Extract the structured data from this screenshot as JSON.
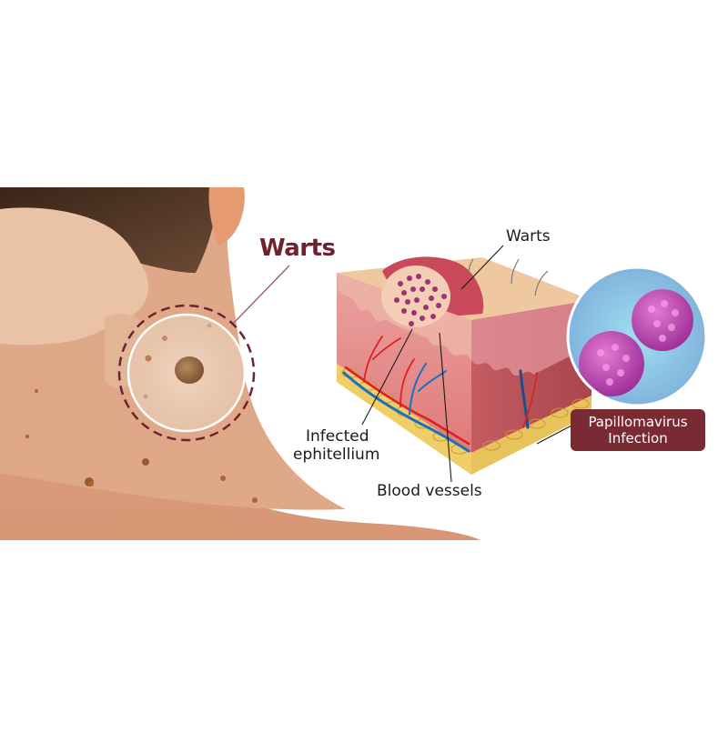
{
  "photo": {
    "callout_label": "Warts",
    "accent_color": "#6e2230"
  },
  "diagram": {
    "labels": {
      "warts": "Warts",
      "infected_line1": "Infected",
      "infected_line2": "ephitellium",
      "blood_vessels": "Blood vessels"
    },
    "virus_badge": {
      "line1": "Papillomavirus",
      "line2": "Infection",
      "color": "#7a2a32"
    }
  }
}
